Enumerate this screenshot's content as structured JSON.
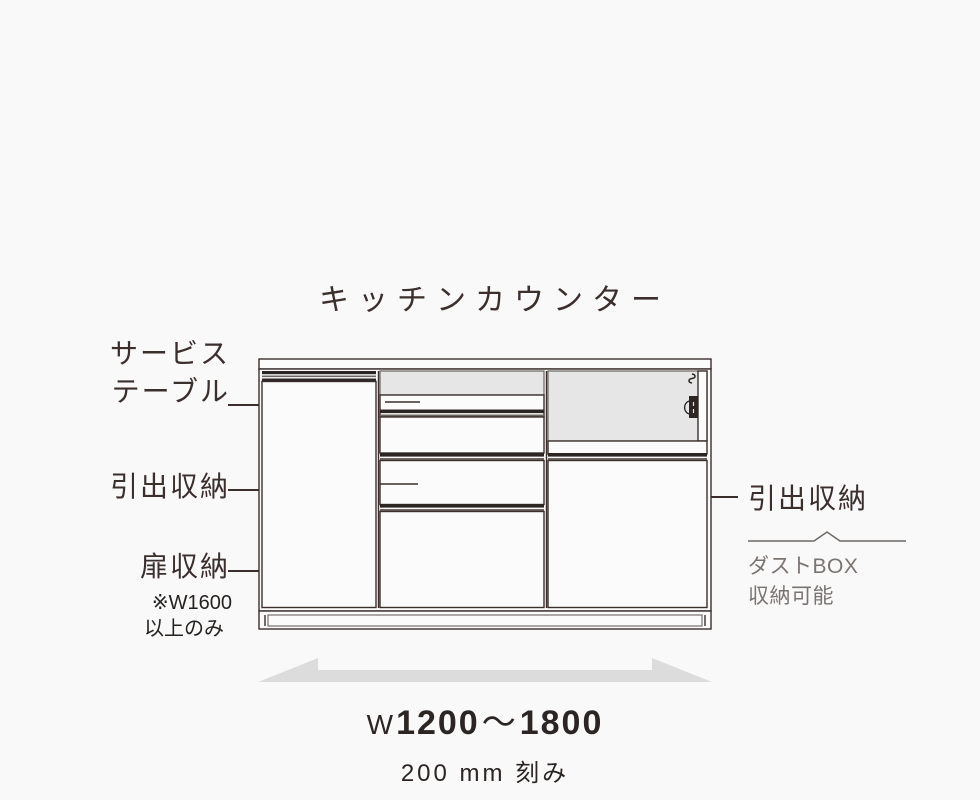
{
  "title": "キッチンカウンター",
  "labels": {
    "service_table": "サービス\nテーブル",
    "service_table_l1": "サービス",
    "service_table_l2": "テーブル",
    "drawer_left": "引出収納",
    "door_storage": "扉収納",
    "door_note_l1": "※W1600",
    "door_note_l2": "以上のみ",
    "drawer_right": "引出収納",
    "dust_box_l1": "ダストBOX",
    "dust_box_l2": "収納可能"
  },
  "dimension": {
    "width_prefix": "W",
    "width_min": "1200",
    "width_range_sep": "〜",
    "width_max": "1800",
    "full": "W1200〜1800",
    "step": "200 mm 刻み"
  },
  "colors": {
    "background": "#f9f9f9",
    "ink": "#3a2f2c",
    "ink_dark": "#2b2523",
    "muted": "#7a7471",
    "panel_fill": "#e6e6e6",
    "arrow_fill": "#dcdcdc",
    "line": "#5a4f4b"
  },
  "drawing": {
    "name": "kitchen-counter-elevation",
    "sections": [
      "door-storage-left",
      "drawer-stack-center",
      "drawer-stack-right"
    ],
    "features": [
      "service-table-slide",
      "upper-gray-panel",
      "door-handle",
      "base-plinth"
    ]
  }
}
